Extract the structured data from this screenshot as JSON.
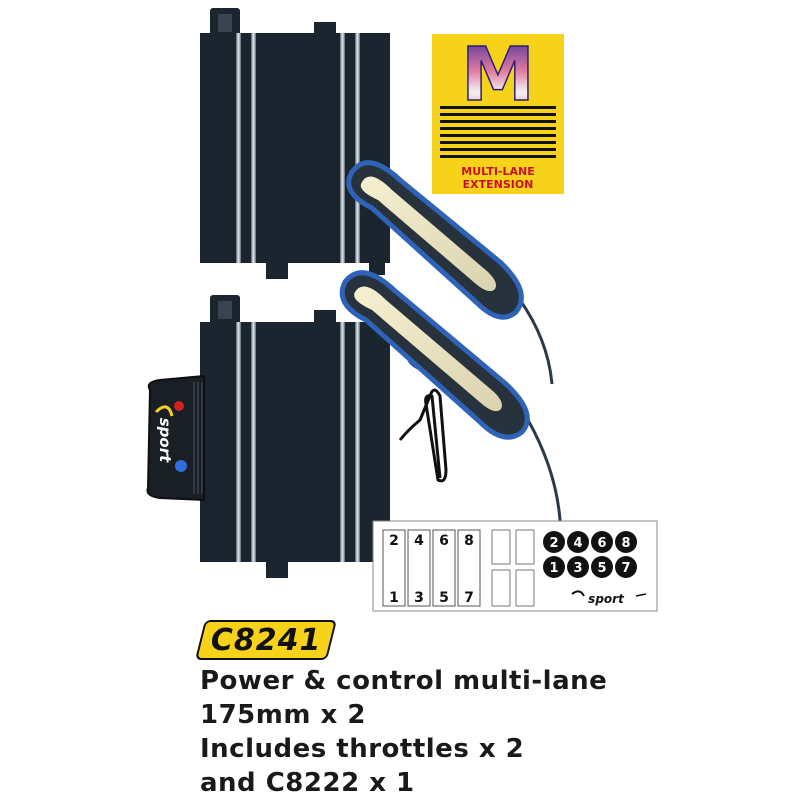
{
  "logo": {
    "letter": "M",
    "caption_line1": "MULTI-LANE",
    "caption_line2": "EXTENSION",
    "bg_color": "#f6d21a"
  },
  "power_base": {
    "brand": "sport"
  },
  "sticker_sheet": {
    "square_top": [
      "2",
      "4",
      "6",
      "8"
    ],
    "square_bottom": [
      "1",
      "3",
      "5",
      "7"
    ],
    "round_top": [
      "2",
      "4",
      "6",
      "8"
    ],
    "round_bottom": [
      "1",
      "3",
      "5",
      "7"
    ],
    "brand": "sport"
  },
  "product": {
    "code": "C8241",
    "description": [
      "Power & control multi-lane",
      "175mm x 2",
      "Includes throttles x 2",
      "and C8222 x 1"
    ]
  },
  "colors": {
    "track": "#1b2530",
    "rail": "#c9cdd2",
    "throttle_body": "#27323c",
    "throttle_edge": "#2e63b8",
    "trigger_yellow": "#f6d21a",
    "trigger_blue": "#3b52c7",
    "accent_yellow": "#f6d21a"
  }
}
